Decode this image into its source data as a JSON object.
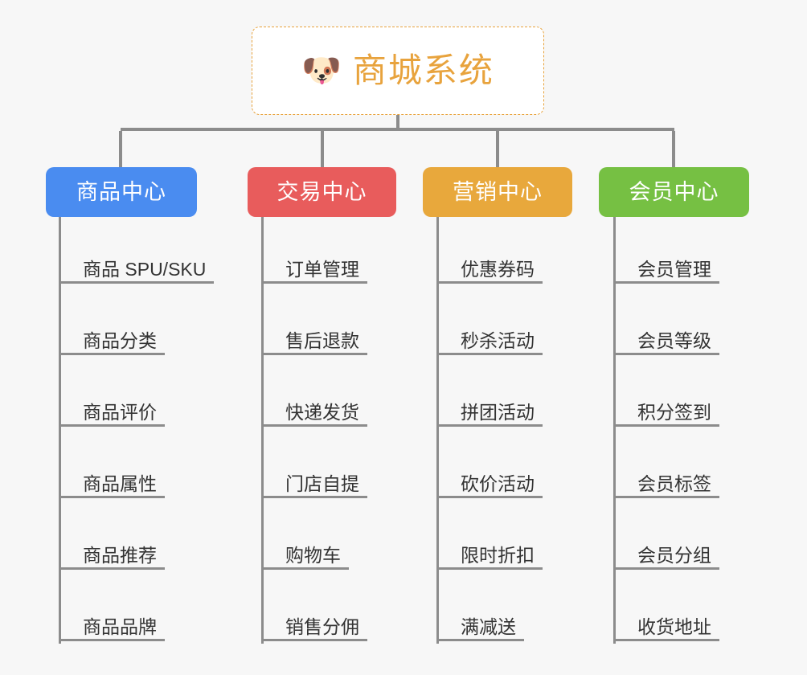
{
  "diagram": {
    "type": "mindmap",
    "background_color": "#f7f7f7",
    "root": {
      "icon": "shiba-dog-face-icon",
      "emoji": "🐶",
      "title": "商城系统",
      "text_color": "#e8a33d",
      "border_color": "#e8a33d",
      "border_style": "dashed",
      "fill_color": "#ffffff"
    },
    "connector_color": "#8c8c8c",
    "branches": [
      {
        "label": "商品中心",
        "color": "#4a8cf0",
        "leaves": [
          "商品 SPU/SKU",
          "商品分类",
          "商品评价",
          "商品属性",
          "商品推荐",
          "商品品牌"
        ]
      },
      {
        "label": "交易中心",
        "color": "#e85c5c",
        "leaves": [
          "订单管理",
          "售后退款",
          "快递发货",
          "门店自提",
          "购物车",
          "销售分佣"
        ]
      },
      {
        "label": "营销中心",
        "color": "#e8a83c",
        "leaves": [
          "优惠券码",
          "秒杀活动",
          "拼团活动",
          "砍价活动",
          "限时折扣",
          "满减送"
        ]
      },
      {
        "label": "会员中心",
        "color": "#76c043",
        "leaves": [
          "会员管理",
          "会员等级",
          "积分签到",
          "会员标签",
          "会员分组",
          "收货地址"
        ]
      }
    ]
  }
}
